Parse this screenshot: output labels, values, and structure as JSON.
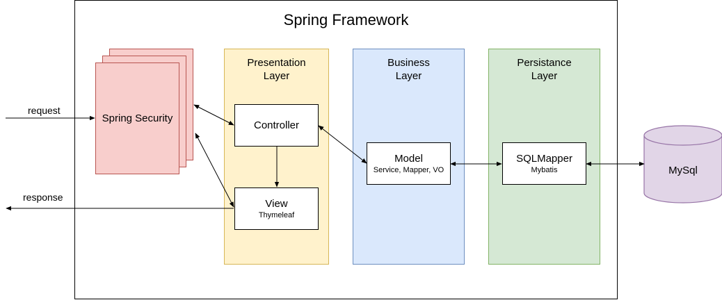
{
  "diagram": {
    "title": "Spring Framework",
    "security": {
      "label": "Spring Security"
    },
    "io": {
      "request": "request",
      "response": "response"
    },
    "layers": {
      "presentation": {
        "title_line1": "Presentation",
        "title_line2": "Layer"
      },
      "business": {
        "title_line1": "Business",
        "title_line2": "Layer"
      },
      "persistance": {
        "title_line1": "Persistance",
        "title_line2": "Layer"
      }
    },
    "components": {
      "controller": {
        "label": "Controller"
      },
      "view": {
        "label": "View",
        "sub": "Thymeleaf"
      },
      "model": {
        "label": "Model",
        "sub": "Service, Mapper, VO"
      },
      "sqlmapper": {
        "label": "SQLMapper",
        "sub": "Mybatis"
      }
    },
    "database": {
      "label": "MySql"
    }
  },
  "colors": {
    "presentation_fill": "#fff2cc",
    "presentation_stroke": "#d6b656",
    "business_fill": "#dae8fc",
    "business_stroke": "#6c8ebf",
    "persistance_fill": "#d5e8d4",
    "persistance_stroke": "#82b366",
    "security_fill": "#f8cecc",
    "security_stroke": "#b85450",
    "database_fill": "#e1d5e7",
    "database_stroke": "#9673a6"
  }
}
